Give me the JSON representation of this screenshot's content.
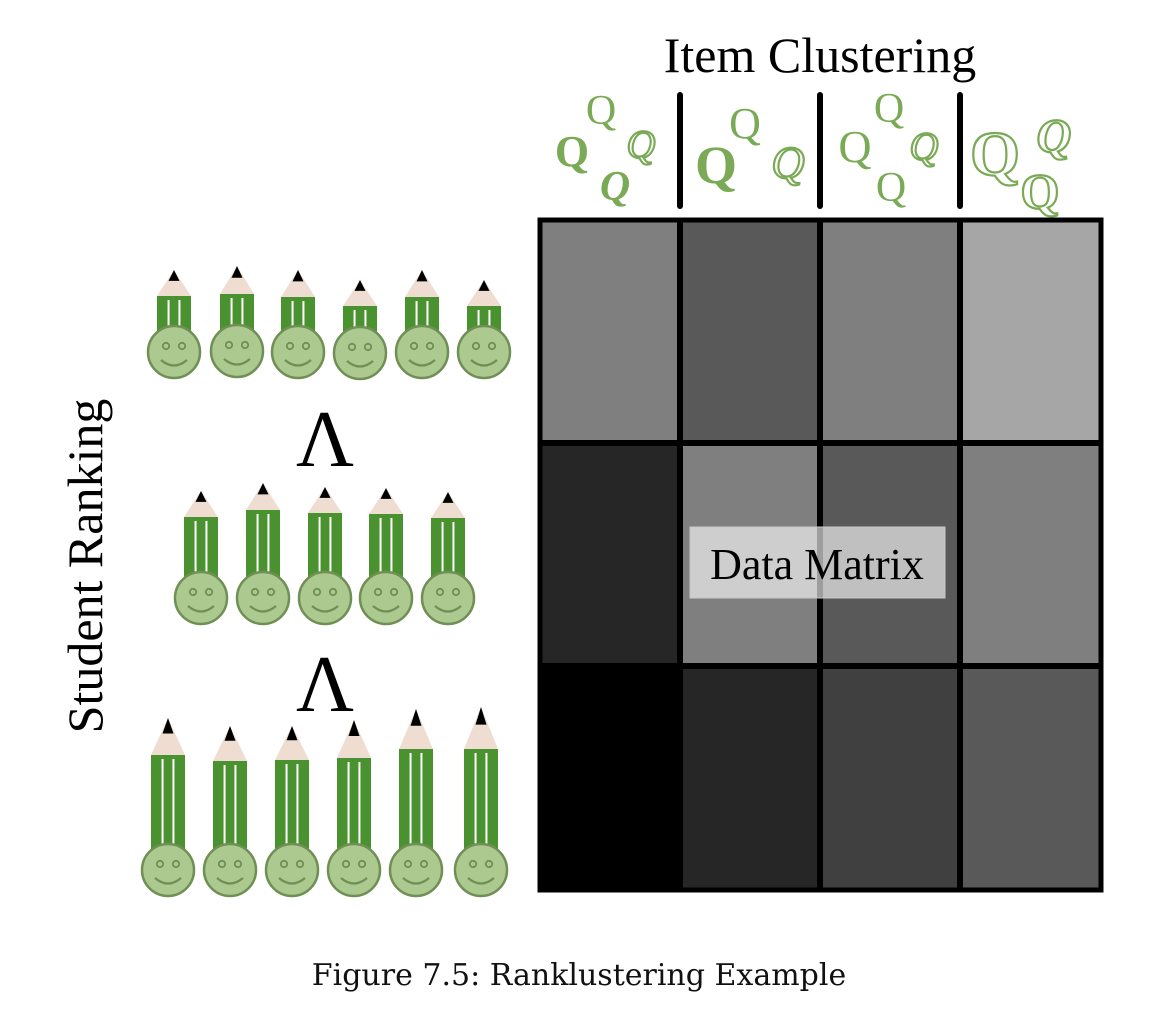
{
  "title": "Item Clustering",
  "ylabel": "Student Ranking",
  "matrix_label": "Data Matrix",
  "caption": "Figure 7.5: Ranklustering Example",
  "rank_symbol": "Λ",
  "q_glyph": "Q",
  "colors": {
    "accent_green": "#7aaa56",
    "pencil_green": "#4a9230",
    "face_fill": "#acca90",
    "face_stroke": "#6f8f55",
    "pencil_tip": "#efddd2"
  },
  "icons": {
    "student": "pencil-student-icon",
    "item": "q-item-icon"
  },
  "matrix": {
    "rows": 3,
    "cols": 4,
    "gray_values": [
      [
        "#7f7f7f",
        "#595959",
        "#7f7f7f",
        "#a6a6a6"
      ],
      [
        "#262626",
        "#7f7f7f",
        "#595959",
        "#7f7f7f"
      ],
      [
        "#000000",
        "#262626",
        "#404040",
        "#595959"
      ]
    ]
  },
  "student_groups": [
    6,
    5,
    6
  ]
}
